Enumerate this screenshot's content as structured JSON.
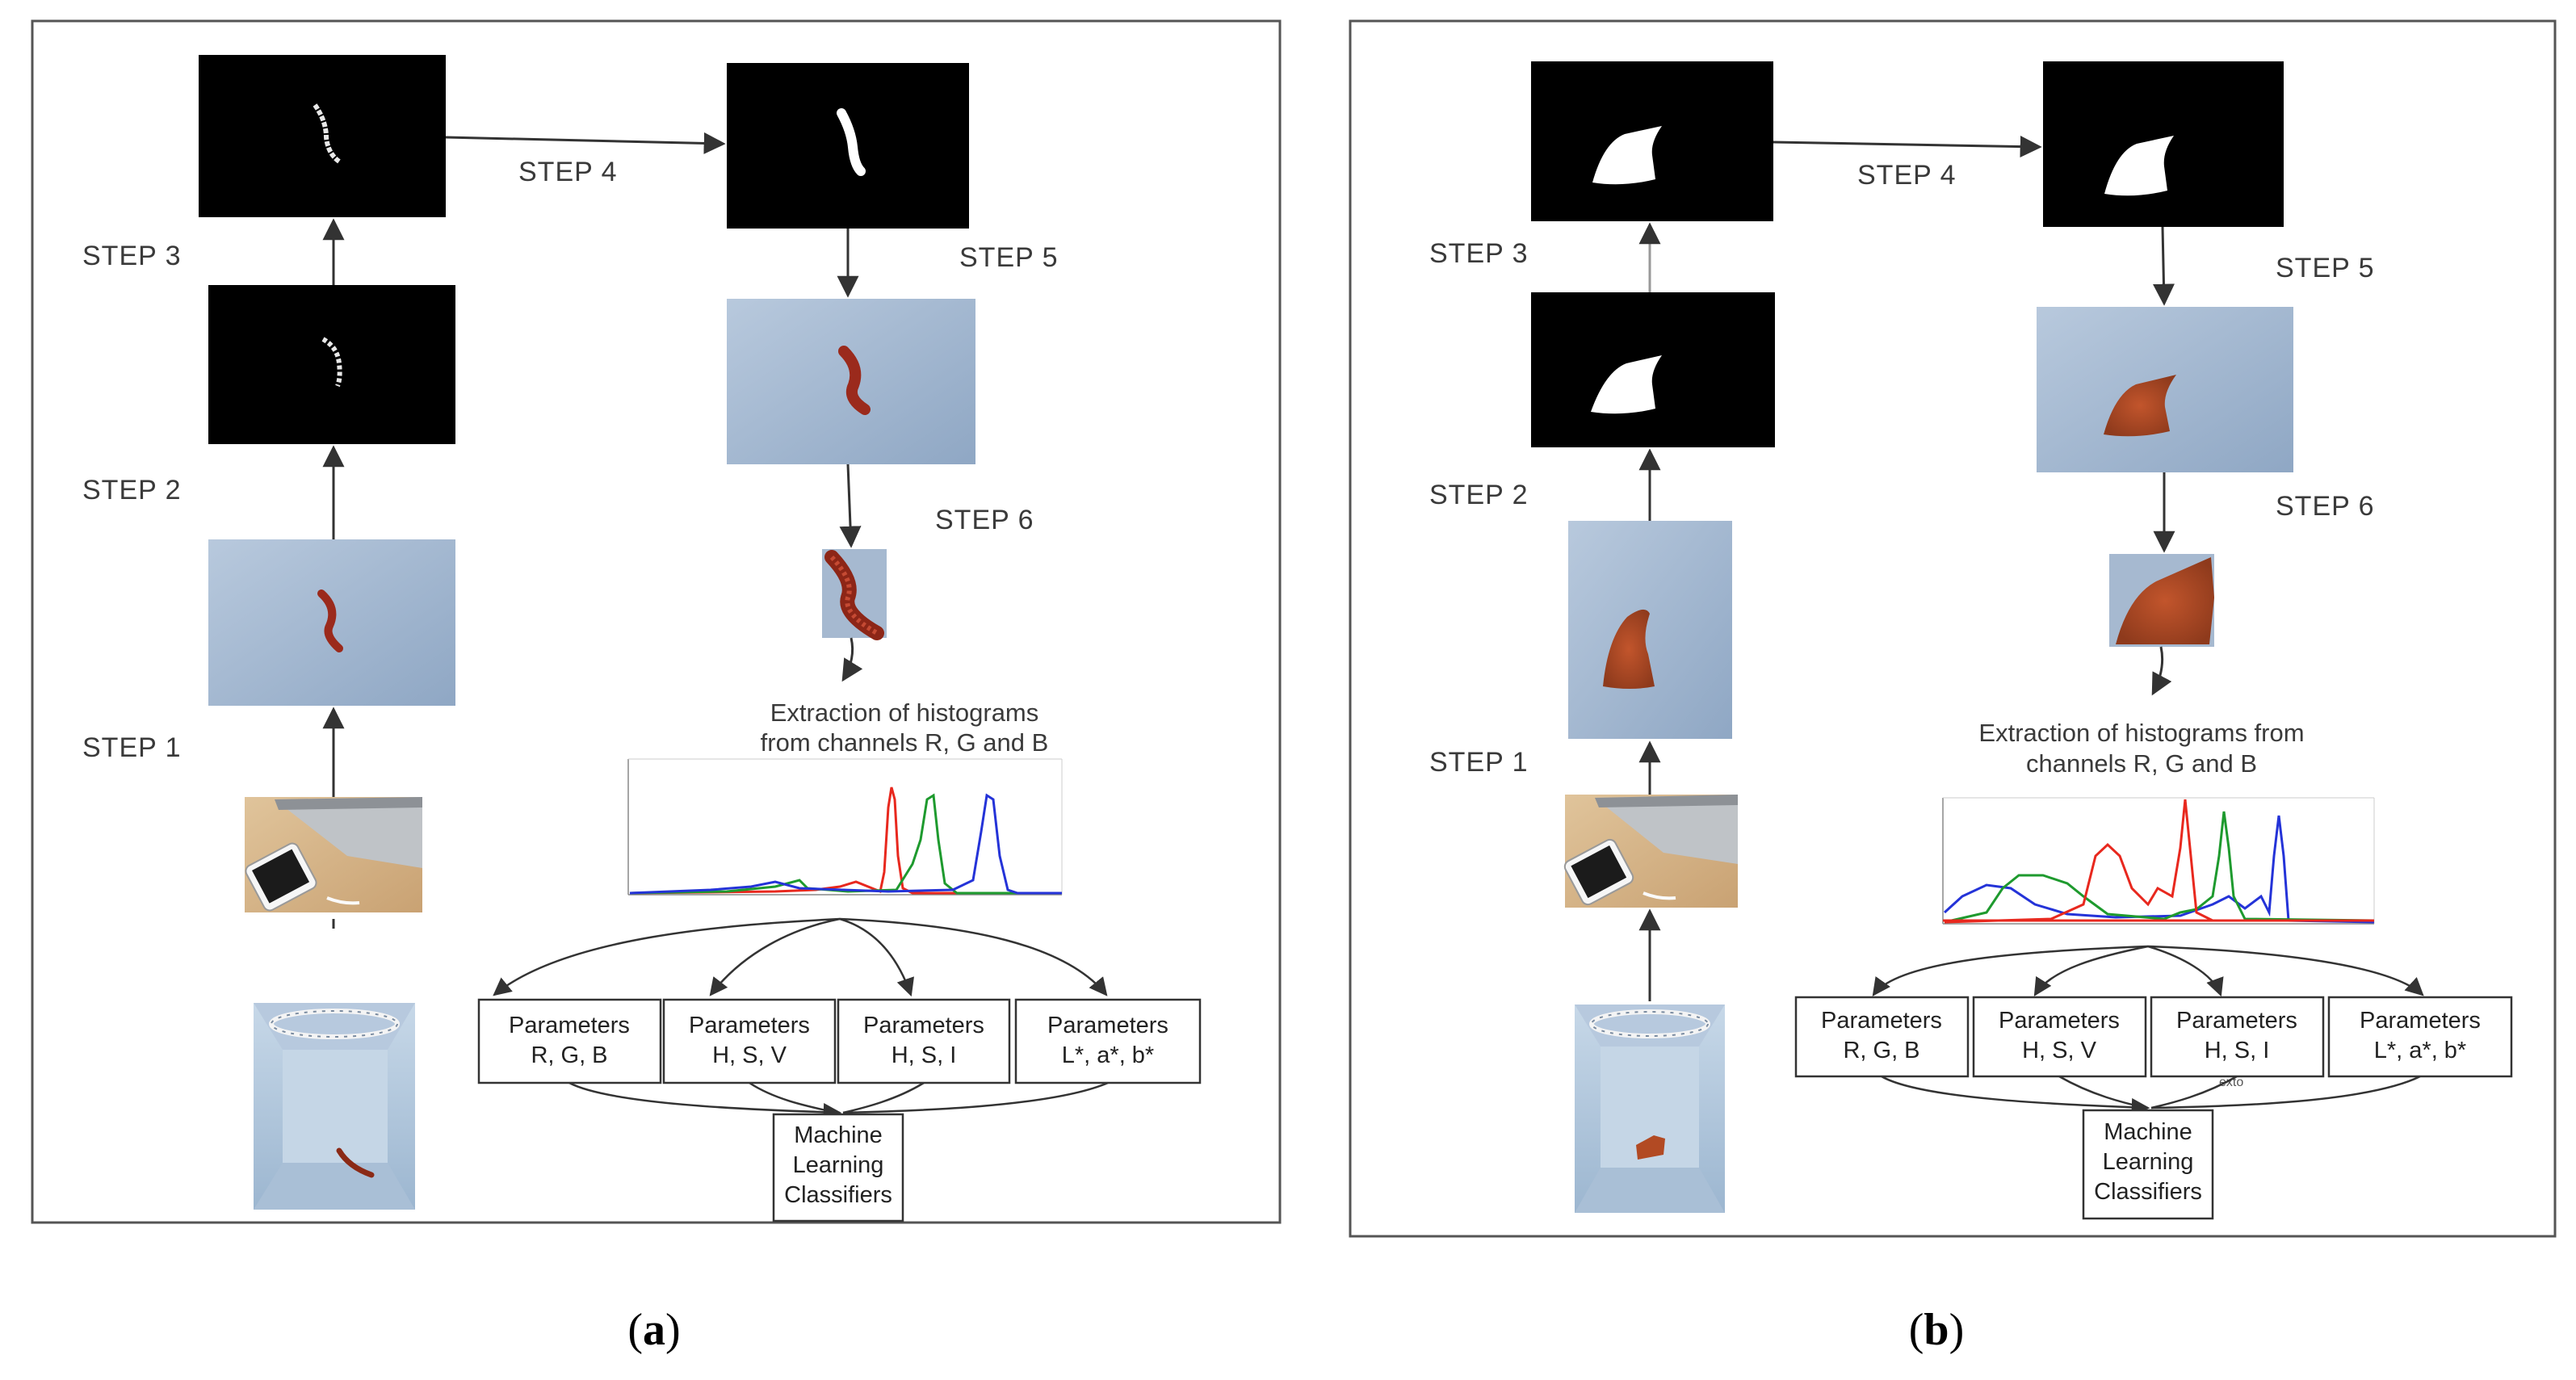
{
  "panels": [
    {
      "id": "a",
      "caption_open": "(",
      "caption_letter": "a",
      "caption_close": ")",
      "steps": [
        "STEP 1",
        "STEP 2",
        "STEP 3",
        "STEP 4",
        "STEP 5",
        "STEP 6"
      ],
      "histogram_title_line1": "Extraction of histograms",
      "histogram_title_line2": "from channels R, G and B",
      "parameters": [
        {
          "title": "Parameters",
          "value": "R, G, B"
        },
        {
          "title": "Parameters",
          "value": "H, S, V"
        },
        {
          "title": "Parameters",
          "value": "H, S, I"
        },
        {
          "title": "Parameters",
          "value": "L*, a*, b*"
        }
      ],
      "classifier": [
        "Machine",
        "Learning",
        "Classifiers"
      ]
    },
    {
      "id": "b",
      "caption_open": "(",
      "caption_letter": "b",
      "caption_close": ")",
      "steps": [
        "STEP 1",
        "STEP 2",
        "STEP 3",
        "STEP 4",
        "STEP 5",
        "STEP 6"
      ],
      "histogram_title_line1": "Extraction of histograms from",
      "histogram_title_line2": "channels R, G and B",
      "parameters": [
        {
          "title": "Parameters",
          "value": "R, G, B"
        },
        {
          "title": "Parameters",
          "value": "H, S, V"
        },
        {
          "title": "Parameters",
          "value": "H, S, I"
        },
        {
          "title": "Parameters",
          "value": "L*, a*, b*"
        }
      ],
      "classifier": [
        "Machine",
        "Learning",
        "Classifiers"
      ],
      "stray_label": "exto"
    }
  ],
  "colors": {
    "red_channel": "#e8281e",
    "green_channel": "#1e9a2e",
    "blue_channel": "#2433d8",
    "sample_blue": "#9fb5cf",
    "tissue": "#9a3020"
  }
}
